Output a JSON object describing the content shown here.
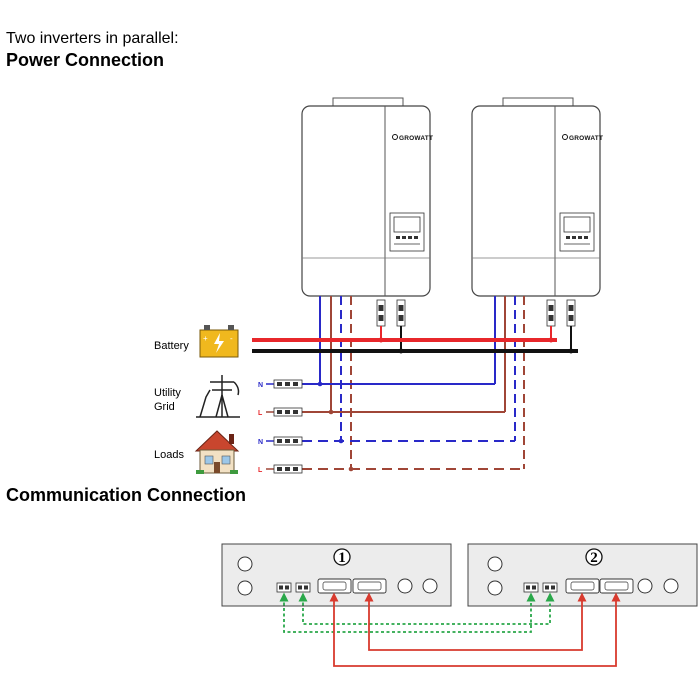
{
  "header": {
    "intro": "Two inverters in parallel:",
    "power_title": "Power Connection",
    "comm_title": "Communication Connection"
  },
  "inverters": [
    {
      "brand": "GROWATT",
      "unit_number": "1"
    },
    {
      "brand": "GROWATT",
      "unit_number": "2"
    }
  ],
  "sources": {
    "battery": "Battery",
    "grid_line1": "Utility",
    "grid_line2": "Grid",
    "loads": "Loads"
  },
  "terminals": {
    "neutral": "N",
    "line": "L"
  },
  "colors": {
    "battery_positive": "#e8272b",
    "battery_negative": "#111111",
    "neutral_wire": "#2929c8",
    "line_wire": "#a04637",
    "comm_green": "#2aa84a",
    "comm_red": "#d83a2e"
  }
}
